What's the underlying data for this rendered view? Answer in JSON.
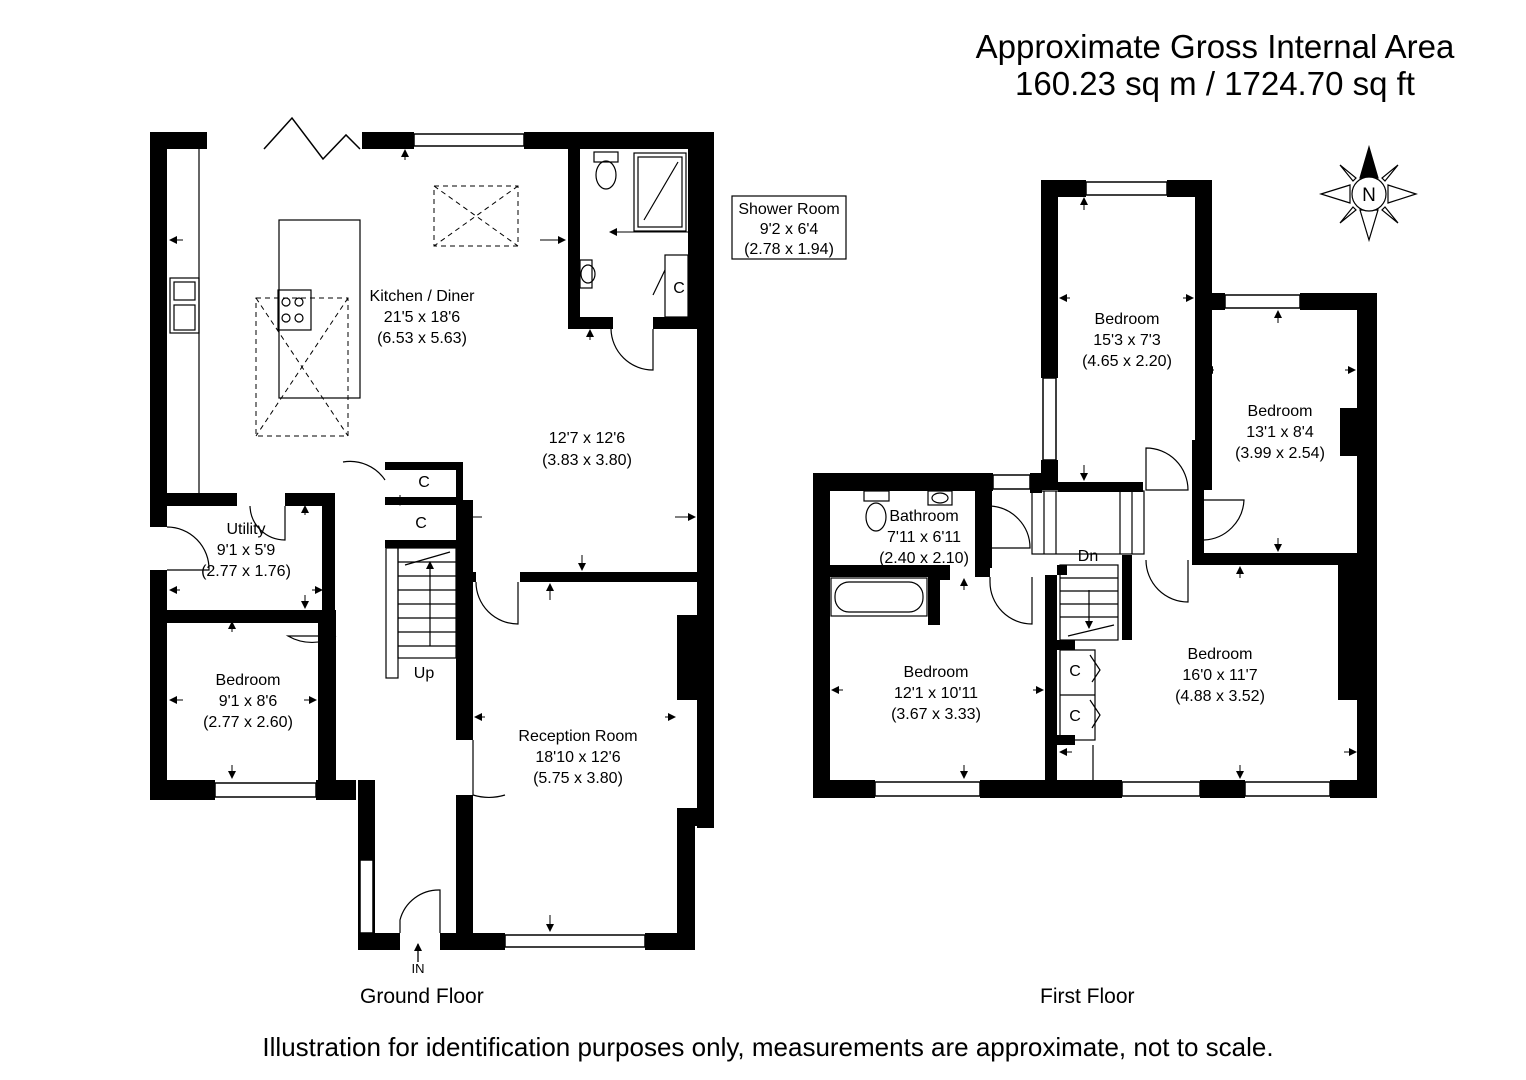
{
  "gross_internal_area": {
    "line1": "Approximate Gross Internal Area",
    "line2": "160.23 sq m / 1724.70 sq ft"
  },
  "compass": {
    "label": "N"
  },
  "floors": {
    "ground": {
      "label": "Ground Floor"
    },
    "first": {
      "label": "First Floor"
    }
  },
  "rooms": {
    "kitchen": {
      "name": "Kitchen / Diner",
      "imperial": "21'5 x 18'6",
      "metric": "(6.53 x 5.63)"
    },
    "kitchen_ext": {
      "imperial": "12'7 x 12'6",
      "metric": "(3.83 x 3.80)"
    },
    "shower": {
      "name": "Shower Room",
      "imperial": "9'2 x 6'4",
      "metric": "(2.78 x 1.94)"
    },
    "utility": {
      "name": "Utility",
      "imperial": "9'1 x 5'9",
      "metric": "(2.77 x 1.76)"
    },
    "bedroom_ground": {
      "name": "Bedroom",
      "imperial": "9'1 x 8'6",
      "metric": "(2.77 x 2.60)"
    },
    "reception": {
      "name": "Reception Room",
      "imperial": "18'10 x 12'6",
      "metric": "(5.75 x 3.80)"
    },
    "bedroom_1": {
      "name": "Bedroom",
      "imperial": "15'3 x 7'3",
      "metric": "(4.65 x 2.20)"
    },
    "bedroom_2": {
      "name": "Bedroom",
      "imperial": "13'1 x 8'4",
      "metric": "(3.99 x 2.54)"
    },
    "bathroom": {
      "name": "Bathroom",
      "imperial": "7'11 x 6'11",
      "metric": "(2.40 x 2.10)"
    },
    "bedroom_3": {
      "name": "Bedroom",
      "imperial": "12'1 x 10'11",
      "metric": "(3.67 x 3.33)"
    },
    "bedroom_4": {
      "name": "Bedroom",
      "imperial": "16'0 x 11'7",
      "metric": "(4.88 x 3.52)"
    }
  },
  "labels": {
    "cupboard": "C",
    "stairs_up": "Up",
    "stairs_down": "Dn",
    "entrance": "IN"
  },
  "disclaimer": "Illustration for identification purposes only, measurements are approximate, not to scale."
}
